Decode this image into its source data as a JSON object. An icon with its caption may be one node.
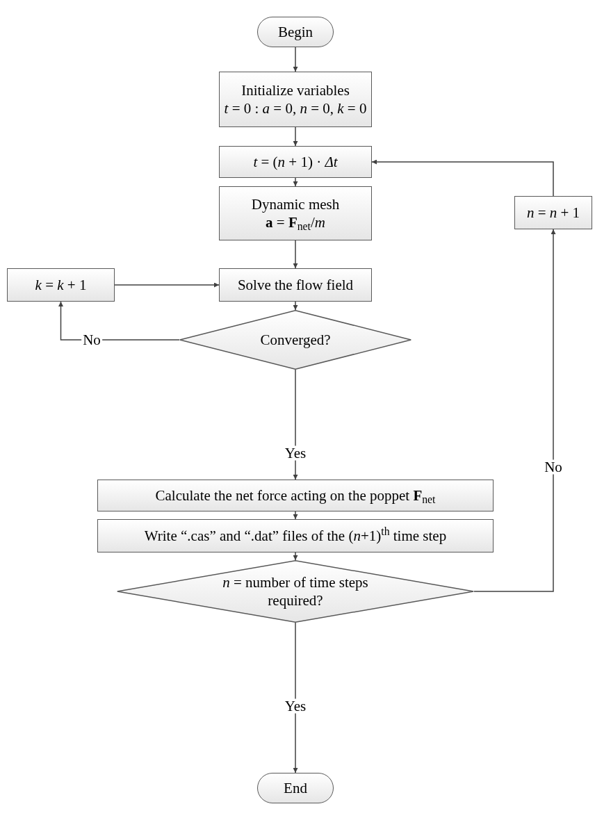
{
  "diagram": {
    "nodes": [
      {
        "text": [
          "Begin"
        ]
      },
      {
        "text": [
          "Initialize variables",
          "*t* = 0 : *a* = 0, *n* = 0, *k* = 0"
        ]
      },
      {
        "text": [
          "*t* = (*n* + 1) · *Δt*"
        ]
      },
      {
        "text": [
          "Dynamic mesh",
          "**a** = **F**$_{net}$/*m*"
        ]
      },
      {
        "text": [
          "Solve the flow field"
        ]
      },
      {
        "text": [
          "*k* = *k* + 1"
        ]
      },
      {
        "text": [
          "Converged?"
        ]
      },
      {
        "text": [
          "Calculate the net force acting on the poppet **F**$_{net}$"
        ]
      },
      {
        "text": [
          "Write “.cas” and “.dat” files of the (*n*+1)$^{th}$ time step"
        ]
      },
      {
        "text": [
          "*n* = number of time steps required?"
        ]
      },
      {
        "text": [
          "*n* = *n* + 1"
        ]
      },
      {
        "text": [
          "End"
        ]
      }
    ],
    "edges": [
      {
        "from": 0,
        "to": 1,
        "arrow": "to"
      },
      {
        "from": 1,
        "to": 2,
        "arrow": "to"
      },
      {
        "from": 2,
        "to": 3,
        "arrow": "to"
      },
      {
        "from": 3,
        "to": 4,
        "arrow": "to"
      },
      {
        "from": 4,
        "to": 6,
        "arrow": "to"
      },
      {
        "from": 6,
        "to": 5,
        "arrow": "to",
        "label": "No"
      },
      {
        "from": 5,
        "to": 4,
        "arrow": "to"
      },
      {
        "from": 6,
        "to": 7,
        "arrow": "to",
        "label": "Yes"
      },
      {
        "from": 7,
        "to": 8,
        "arrow": "to"
      },
      {
        "from": 8,
        "to": 9,
        "arrow": "to"
      },
      {
        "from": 9,
        "to": 10,
        "arrow": "to",
        "label": "No"
      },
      {
        "from": 10,
        "to": 2,
        "arrow": "to"
      },
      {
        "from": 9,
        "to": 11,
        "arrow": "to",
        "label": "Yes"
      }
    ]
  }
}
